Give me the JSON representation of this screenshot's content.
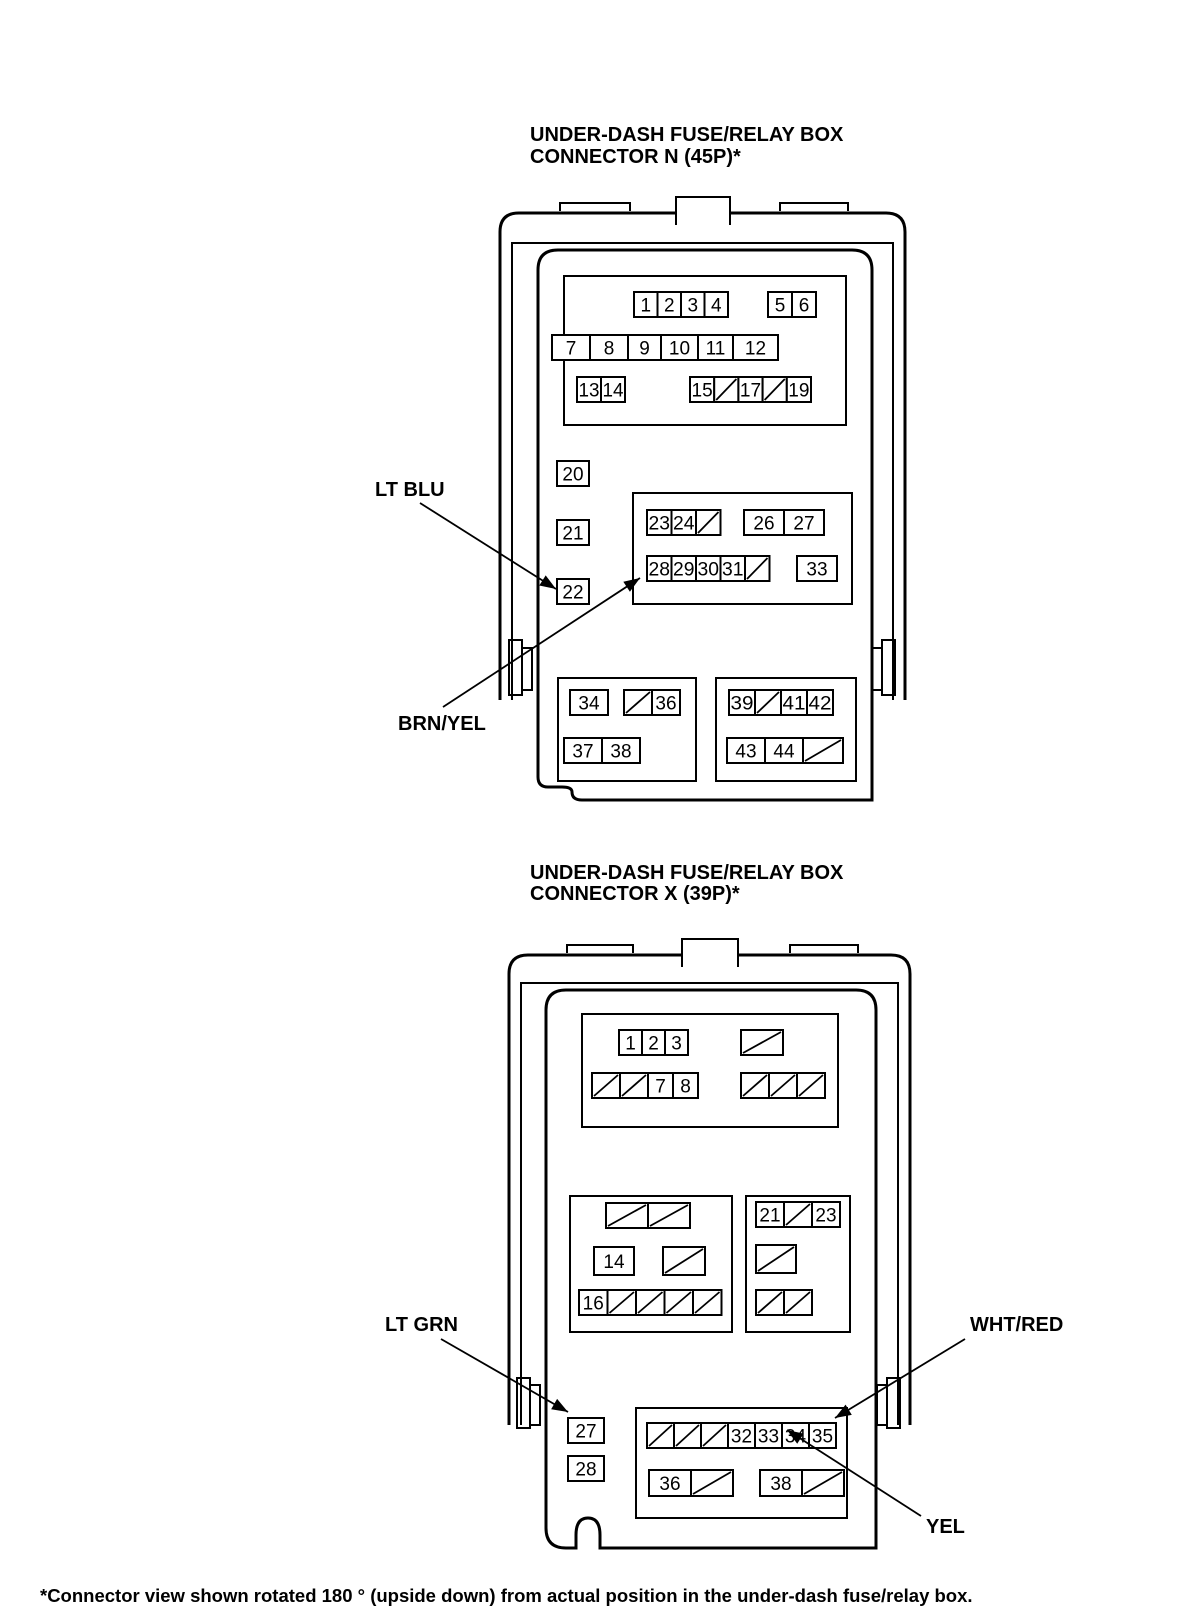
{
  "connectors": [
    {
      "title_line1": "UNDER-DASH FUSE/RELAY BOX",
      "title_line2": "CONNECTOR N (45P)*",
      "pins": [
        {
          "label": "1"
        },
        {
          "label": "2"
        },
        {
          "label": "3"
        },
        {
          "label": "4"
        },
        {
          "label": "5"
        },
        {
          "label": "6"
        },
        {
          "label": "7"
        },
        {
          "label": "8"
        },
        {
          "label": "9"
        },
        {
          "label": "10"
        },
        {
          "label": "11"
        },
        {
          "label": "12"
        },
        {
          "label": "13"
        },
        {
          "label": "14"
        },
        {
          "label": "15"
        },
        {
          "label": ""
        },
        {
          "label": "17"
        },
        {
          "label": ""
        },
        {
          "label": "19"
        },
        {
          "label": "20"
        },
        {
          "label": "21"
        },
        {
          "label": "22"
        },
        {
          "label": "23"
        },
        {
          "label": "24"
        },
        {
          "label": ""
        },
        {
          "label": "26"
        },
        {
          "label": "27"
        },
        {
          "label": "28"
        },
        {
          "label": "29"
        },
        {
          "label": "30"
        },
        {
          "label": "31"
        },
        {
          "label": ""
        },
        {
          "label": "33"
        },
        {
          "label": "34"
        },
        {
          "label": ""
        },
        {
          "label": "36"
        },
        {
          "label": "37"
        },
        {
          "label": "38"
        },
        {
          "label": "39"
        },
        {
          "label": ""
        },
        {
          "label": "41"
        },
        {
          "label": "42"
        },
        {
          "label": "43"
        },
        {
          "label": "44"
        },
        {
          "label": ""
        }
      ],
      "wires": [
        {
          "label": "LT BLU",
          "pin": "22"
        },
        {
          "label": "BRN/YEL",
          "pin": "28"
        }
      ]
    },
    {
      "title_line1": "UNDER-DASH FUSE/RELAY BOX",
      "title_line2": "CONNECTOR X (39P)*",
      "pins": [
        {
          "label": "1"
        },
        {
          "label": "2"
        },
        {
          "label": "3"
        },
        {
          "label": ""
        },
        {
          "label": ""
        },
        {
          "label": ""
        },
        {
          "label": "7"
        },
        {
          "label": "8"
        },
        {
          "label": ""
        },
        {
          "label": ""
        },
        {
          "label": ""
        },
        {
          "label": ""
        },
        {
          "label": ""
        },
        {
          "label": "14"
        },
        {
          "label": ""
        },
        {
          "label": "16"
        },
        {
          "label": ""
        },
        {
          "label": ""
        },
        {
          "label": ""
        },
        {
          "label": ""
        },
        {
          "label": "21"
        },
        {
          "label": ""
        },
        {
          "label": "23"
        },
        {
          "label": ""
        },
        {
          "label": ""
        },
        {
          "label": ""
        },
        {
          "label": "27"
        },
        {
          "label": "28"
        },
        {
          "label": ""
        },
        {
          "label": ""
        },
        {
          "label": ""
        },
        {
          "label": "32"
        },
        {
          "label": "33"
        },
        {
          "label": "34"
        },
        {
          "label": "35"
        },
        {
          "label": "36"
        },
        {
          "label": ""
        },
        {
          "label": "38"
        },
        {
          "label": ""
        }
      ],
      "wires": [
        {
          "label": "LT GRN",
          "pin": "27"
        },
        {
          "label": "WHT/RED",
          "pin": "35"
        },
        {
          "label": "YEL",
          "pin": "34"
        }
      ]
    }
  ],
  "footnote": "*Connector view shown rotated 180 ° (upside down) from actual position in the under-dash fuse/relay box."
}
